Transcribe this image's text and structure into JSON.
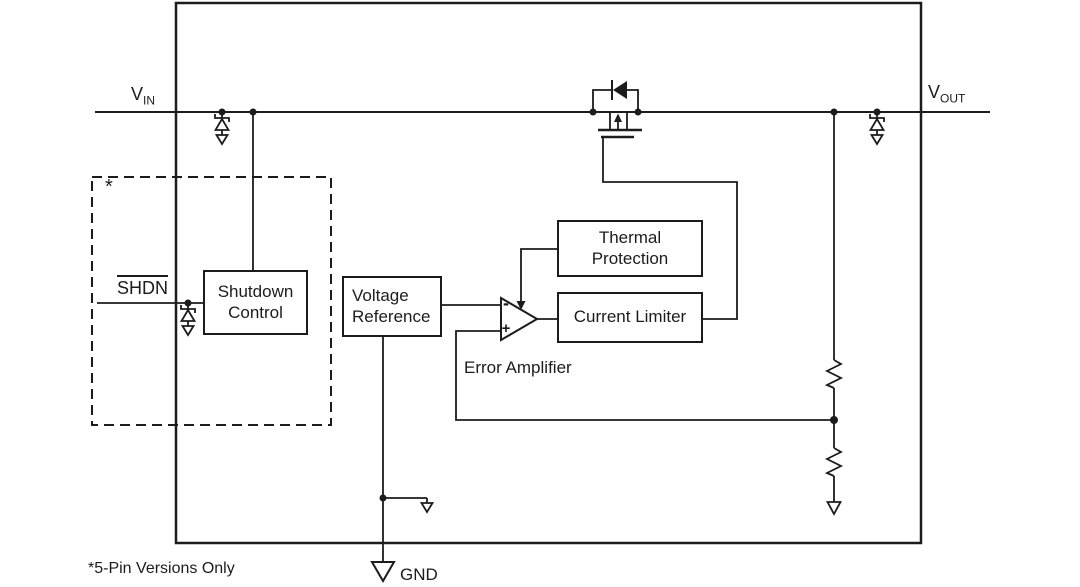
{
  "pins": {
    "vin_main": "V",
    "vin_sub": "IN",
    "vout_main": "V",
    "vout_sub": "OUT",
    "shdn": "SHDN",
    "gnd": "GND"
  },
  "blocks": {
    "shutdown_control": "Shutdown\nControl",
    "voltage_reference": "Voltage\nReference",
    "thermal_protection": "Thermal\nProtection",
    "current_limiter": "Current Limiter"
  },
  "amplifier": {
    "label": "Error Amplifier",
    "inverting_input": "-",
    "noninverting_input": "+"
  },
  "notes": {
    "asterisk": "*",
    "footnote": "*5-Pin Versions Only"
  },
  "colors": {
    "line": "#1c1c1c",
    "background": "#ffffff"
  }
}
